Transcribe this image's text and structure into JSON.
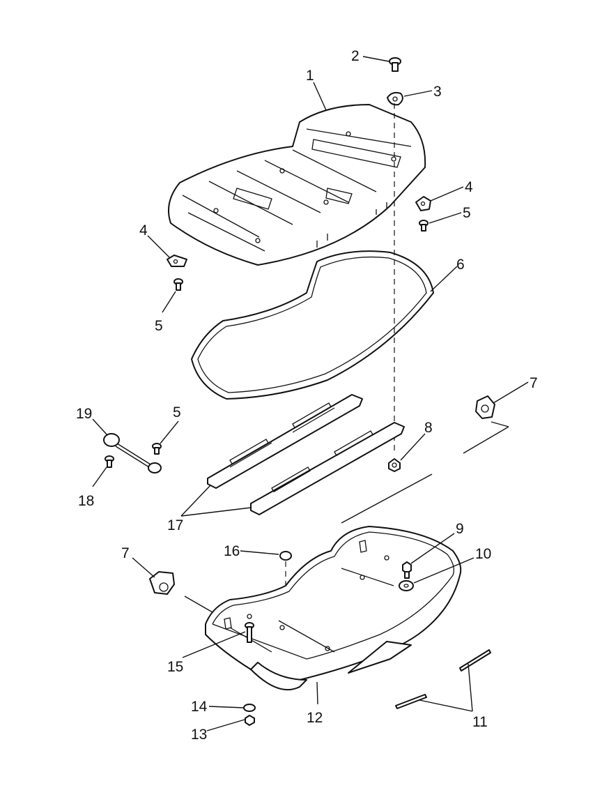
{
  "callouts": [
    {
      "id": "c1",
      "label": "1"
    },
    {
      "id": "c2",
      "label": "2"
    },
    {
      "id": "c3",
      "label": "3"
    },
    {
      "id": "c4a",
      "label": "4"
    },
    {
      "id": "c4b",
      "label": "4"
    },
    {
      "id": "c5a",
      "label": "5"
    },
    {
      "id": "c5b",
      "label": "5"
    },
    {
      "id": "c5c",
      "label": "5"
    },
    {
      "id": "c6",
      "label": "6"
    },
    {
      "id": "c7a",
      "label": "7"
    },
    {
      "id": "c7b",
      "label": "7"
    },
    {
      "id": "c8",
      "label": "8"
    },
    {
      "id": "c9",
      "label": "9"
    },
    {
      "id": "c10",
      "label": "10"
    },
    {
      "id": "c11",
      "label": "11"
    },
    {
      "id": "c12",
      "label": "12"
    },
    {
      "id": "c13",
      "label": "13"
    },
    {
      "id": "c14",
      "label": "14"
    },
    {
      "id": "c15",
      "label": "15"
    },
    {
      "id": "c16",
      "label": "16"
    },
    {
      "id": "c17",
      "label": "17"
    },
    {
      "id": "c18",
      "label": "18"
    },
    {
      "id": "c19",
      "label": "19"
    }
  ]
}
